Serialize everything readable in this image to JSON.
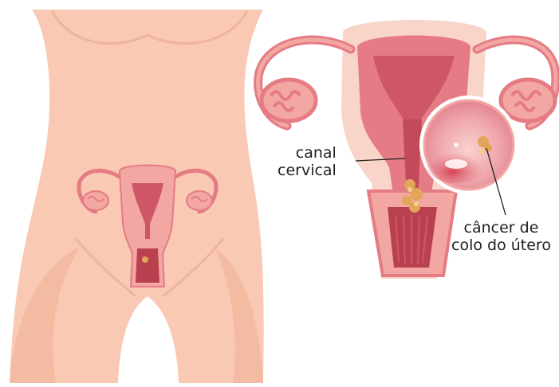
{
  "labels": {
    "canal_line1": "canal",
    "canal_line2": "cervical",
    "cancer_line1": "câncer de",
    "cancer_line2": "colo do útero"
  },
  "colors": {
    "skin": "#f9c9b4",
    "skin_shadow": "#efb49c",
    "uterus_outer": "#f2a7a3",
    "uterus_mid": "#e57b84",
    "uterus_dark": "#b9414f",
    "cavity": "#cf5667",
    "tumor": "#e3a55a",
    "leader_line": "#1f1f1f"
  },
  "icons": {
    "tumor": "tumor-mass-icon"
  }
}
